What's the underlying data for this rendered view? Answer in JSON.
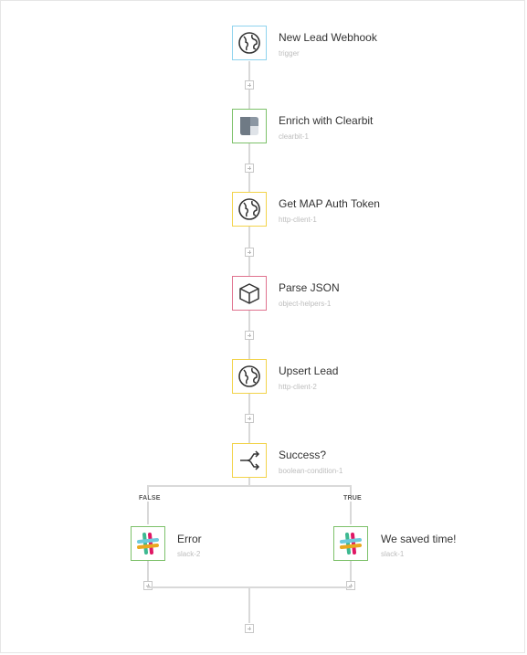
{
  "colors": {
    "trigger": "#8fd3ee",
    "clearbit": "#7dc16a",
    "http": "#f2d34a",
    "object": "#e0738f",
    "condition": "#f2d34a",
    "slack": "#7dc16a",
    "connector": "#d9d9d9"
  },
  "nodes": [
    {
      "title": "New Lead Webhook",
      "subtitle": "trigger",
      "icon": "globe-icon"
    },
    {
      "title": "Enrich with Clearbit",
      "subtitle": "clearbit-1",
      "icon": "clearbit-icon"
    },
    {
      "title": "Get MAP Auth Token",
      "subtitle": "http-client-1",
      "icon": "globe-icon"
    },
    {
      "title": "Parse JSON",
      "subtitle": "object-helpers-1",
      "icon": "cube-icon"
    },
    {
      "title": "Upsert Lead",
      "subtitle": "http-client-2",
      "icon": "globe-icon"
    },
    {
      "title": "Success?",
      "subtitle": "boolean-condition-1",
      "icon": "branch-icon"
    }
  ],
  "branches": {
    "false": {
      "label": "FALSE",
      "node": {
        "title": "Error",
        "subtitle": "slack-2",
        "icon": "slack-icon"
      }
    },
    "true": {
      "label": "TRUE",
      "node": {
        "title": "We saved time!",
        "subtitle": "slack-1",
        "icon": "slack-icon"
      }
    }
  }
}
